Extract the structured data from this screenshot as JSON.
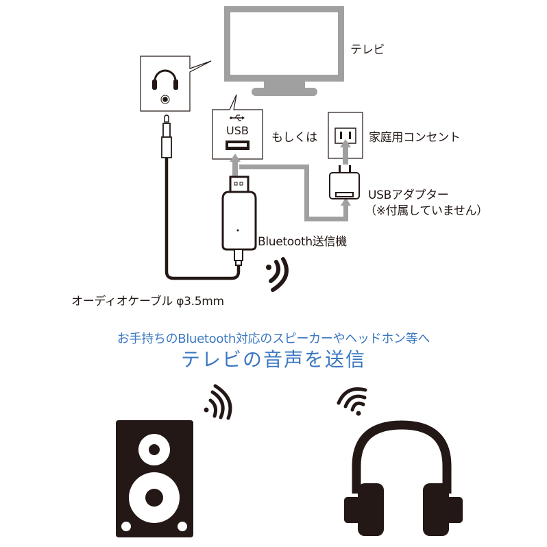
{
  "labels": {
    "tv": "テレビ",
    "usb_port": "USB",
    "or": "もしくは",
    "outlet": "家庭用コンセント",
    "usb_adapter": "USBアダプター",
    "usb_adapter_note": "（※付属していません）",
    "transmitter": "Bluetooth送信機",
    "audio_cable": "オーディオケーブル φ3.5mm"
  },
  "caption": {
    "line1": "お手持ちのBluetooth対応のスピーカーやヘッドホン等へ",
    "line2": "テレビの音声を送信"
  },
  "colors": {
    "ink": "#231815",
    "gray": "#a0a0a0",
    "accent_blue": "#3a78c0"
  },
  "icons": [
    "tv-icon",
    "headphone-jack-icon",
    "usb-port-icon",
    "outlet-icon",
    "usb-adapter-icon",
    "bluetooth-transmitter-icon",
    "audio-plug-icon",
    "wireless-signal-icon",
    "speaker-icon",
    "headphones-icon"
  ]
}
